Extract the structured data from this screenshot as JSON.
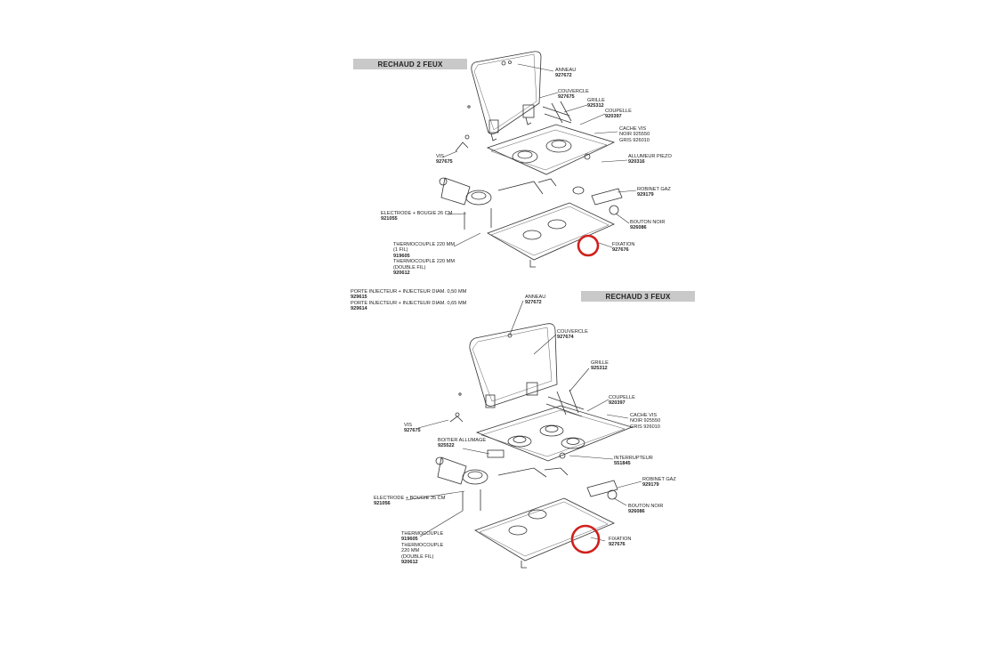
{
  "diagram_two_burner": {
    "title": "RECHAUD 2 FEUX",
    "parts": [
      {
        "name": "ANNEAU",
        "code": "927672"
      },
      {
        "name": "COUVERCLE",
        "code": "927675"
      },
      {
        "name": "GRILLE",
        "code": "925312"
      },
      {
        "name": "COUPELLE",
        "code": "920397"
      },
      {
        "name": "CACHE VIS",
        "lines": [
          "NOIR 925550",
          "GRIS 926010"
        ]
      },
      {
        "name": "ALLUMEUR PIEZO",
        "code": "920316"
      },
      {
        "name": "VIS",
        "code": "927675"
      },
      {
        "name": "ROBINET GAZ",
        "code": "929179"
      },
      {
        "name": "ELECTRODE + BOUGIE 26 CM",
        "code": "921055"
      },
      {
        "name": "BOUTON NOIR",
        "code": "926086"
      },
      {
        "name": "FIXATION",
        "code": "927676",
        "highlighted": true
      },
      {
        "name": "THERMOCOUPLE 220 MM",
        "lines": [
          "(1 FIL)",
          "919605",
          "THERMOCOUPLE 220  MM",
          "(DOUBLE FIL)",
          "920612"
        ]
      }
    ]
  },
  "injector_note": {
    "lines": [
      "PORTE INJECTEUR + INJECTEUR DIAM. 0,50 MM",
      "929615",
      "PORTE INJECTEUR + INJECTEUR DIAM. 0,65 MM",
      "929614"
    ]
  },
  "diagram_three_burner": {
    "title": "RECHAUD 3 FEUX",
    "parts": [
      {
        "name": "ANNEAU",
        "code": "927672"
      },
      {
        "name": "COUVERCLE",
        "code": "927674"
      },
      {
        "name": "GRILLE",
        "code": "925312"
      },
      {
        "name": "COUPELLE",
        "code": "920397"
      },
      {
        "name": "CACHE VIS",
        "lines": [
          "NOIR 925550",
          "GRIS 926010"
        ]
      },
      {
        "name": "VIS",
        "code": "927675"
      },
      {
        "name": "BOITIER ALLUMAGE",
        "code": "925522"
      },
      {
        "name": "INTERRUPTEUR",
        "code": "551845"
      },
      {
        "name": "ROBINET GAZ",
        "code": "929179"
      },
      {
        "name": "ELECTRODE + BOUGIE 35 CM",
        "code": "921056"
      },
      {
        "name": "BOUTON NOIR",
        "code": "926086"
      },
      {
        "name": "FIXATION",
        "code": "927676",
        "highlighted": true
      },
      {
        "name": "THERMOCOUPLE",
        "lines": [
          "919605",
          "THERMOCOUPLE",
          "220 MM",
          "(DOUBLE FIL)",
          "920612"
        ]
      }
    ]
  },
  "colors": {
    "highlight": "#d0201c",
    "title_bg": "#c9c9c9",
    "line": "#333333"
  }
}
